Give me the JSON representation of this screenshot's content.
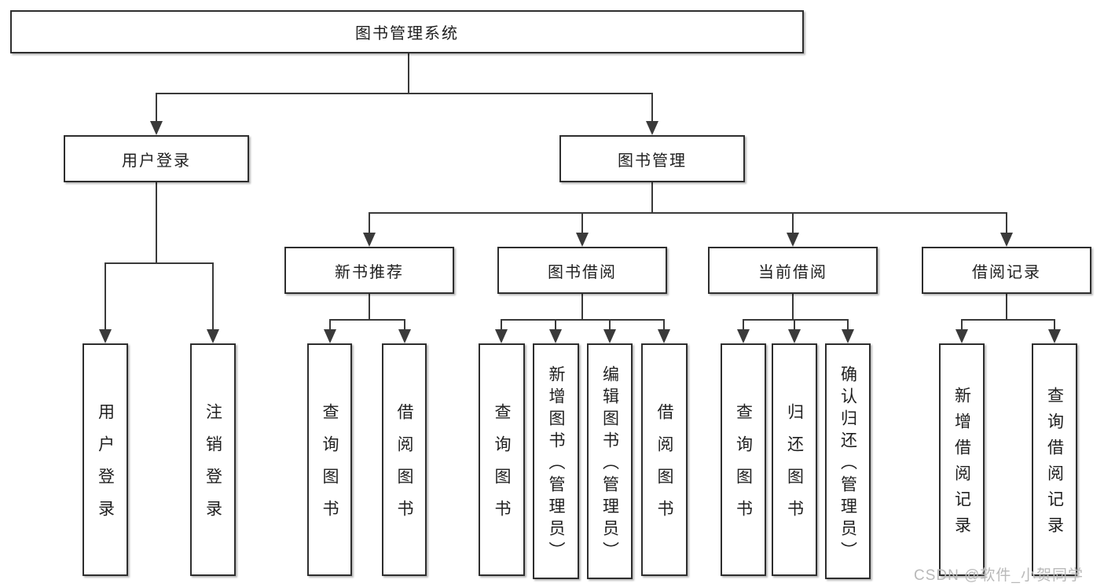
{
  "tree": {
    "root": {
      "label": "图书管理系统"
    },
    "children": [
      {
        "id": "user-login",
        "label": "用户登录",
        "children": [
          {
            "id": "login",
            "label": "用户登录"
          },
          {
            "id": "logout",
            "label": "注销登录"
          }
        ]
      },
      {
        "id": "book-management",
        "label": "图书管理",
        "children": [
          {
            "id": "new-book-recommendation",
            "label": "新书推荐",
            "children": [
              {
                "id": "query-books",
                "label": "查询图书"
              },
              {
                "id": "borrow-books",
                "label": "借阅图书"
              }
            ]
          },
          {
            "id": "book-borrowing",
            "label": "图书借阅",
            "children": [
              {
                "id": "query-books",
                "label": "查询图书"
              },
              {
                "id": "add-books-admin",
                "label": "新增图书（管理员）"
              },
              {
                "id": "edit-books-admin",
                "label": "编辑图书（管理员）"
              },
              {
                "id": "borrow-books",
                "label": "借阅图书"
              }
            ]
          },
          {
            "id": "current-borrowing",
            "label": "当前借阅",
            "children": [
              {
                "id": "query-books",
                "label": "查询图书"
              },
              {
                "id": "return-books",
                "label": "归还图书"
              },
              {
                "id": "confirm-return-admin",
                "label": "确认归还（管理员）"
              }
            ]
          },
          {
            "id": "borrowing-records",
            "label": "借阅记录",
            "children": [
              {
                "id": "add-borrowing-record",
                "label": "新增借阅记录"
              },
              {
                "id": "query-borrowing-record",
                "label": "查询借阅记录"
              }
            ]
          }
        ]
      }
    ]
  },
  "watermark": {
    "text": "CSDN @软件_小贺同学"
  },
  "colors": {
    "line": "#3a3a3a",
    "box_border": "#2e2e2e",
    "text": "#1f1f1f",
    "watermark_text": "#b9b9b9",
    "background": "#ffffff"
  }
}
